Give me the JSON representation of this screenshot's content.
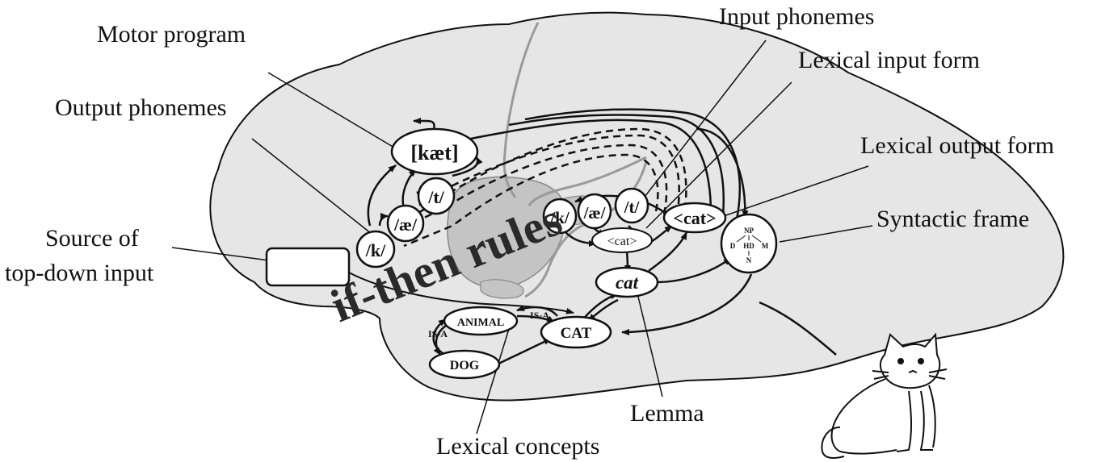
{
  "labels": {
    "motor_program": "Motor program",
    "output_phonemes": "Output phonemes",
    "source_line1": "Source of",
    "source_line2": "top-down input",
    "input_phonemes": "Input phonemes",
    "lexical_input_form": "Lexical input form",
    "lexical_output_form": "Lexical output form",
    "syntactic_frame": "Syntactic frame",
    "lemma": "Lemma",
    "lexical_concepts": "Lexical concepts",
    "if_then_rules": "if-then rules"
  },
  "nodes": {
    "motor": "[kæt]",
    "out_t": "/t/",
    "out_ae": "/æ/",
    "out_k": "/k/",
    "in_k": "/k/",
    "in_ae": "/æ/",
    "in_t": "/t/",
    "lex_in": "<cat>",
    "lex_out": "<cat>",
    "lemma": "cat",
    "cat": "CAT",
    "animal": "ANIMAL",
    "dog": "DOG",
    "isa_left": "IS-A",
    "isa_right": "IS-A"
  },
  "syntax_tree": {
    "root": "NP",
    "left": "D",
    "head": "HD",
    "right": "M",
    "bottom": "N"
  },
  "colors": {
    "brain_fill": "#e6e6e6",
    "subcortical_fill": "#c4c4c4",
    "stroke": "#111111",
    "tract": "#9a9a9a"
  }
}
